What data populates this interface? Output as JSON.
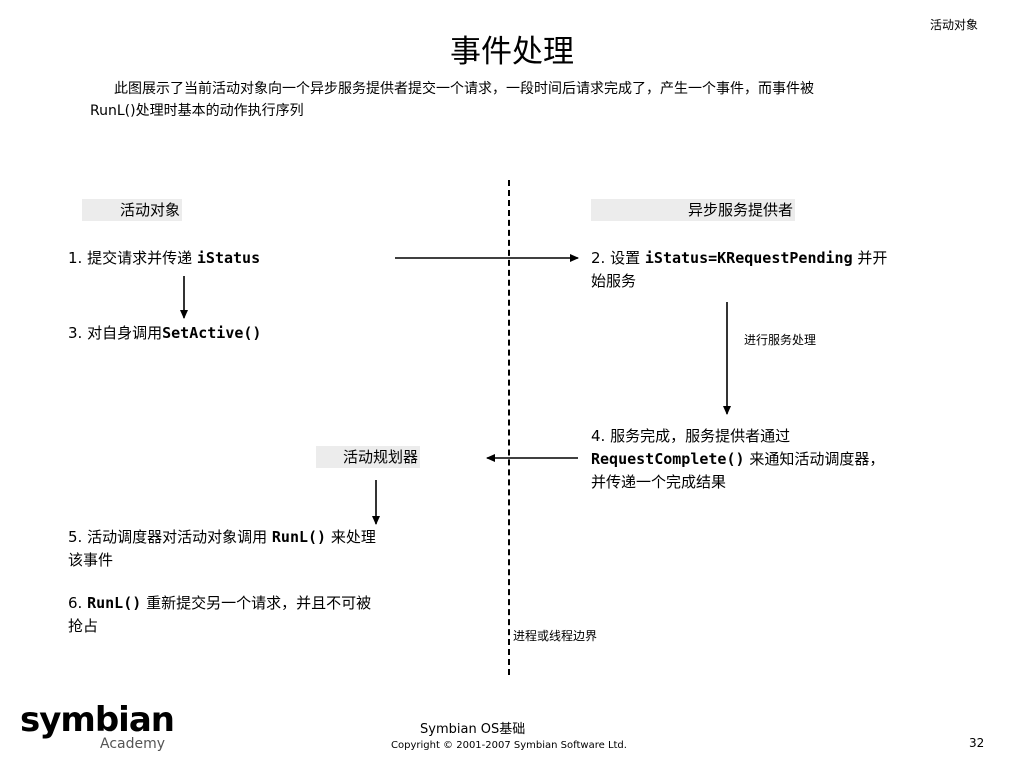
{
  "header": {
    "corner_label": "活动对象",
    "title": "事件处理"
  },
  "description": {
    "line1": "此图展示了当前活动对象向一个异步服务提供者提交一个请求，一段时间后请求完成了，产生一个事件，而事件被",
    "line2_code": "RunL()",
    "line2_text": "处理时基本的动作执行序列"
  },
  "columns": {
    "left_header": "活动对象",
    "right_header": "异步服务提供者",
    "scheduler_label": "活动规划器"
  },
  "steps": {
    "s1": {
      "num": "1.",
      "text": "提交请求并传递",
      "code": "iStatus"
    },
    "s2": {
      "num": "2.",
      "text_pre": "设置",
      "code": "iStatus=KRequestPending",
      "text_post": "并开",
      "text_line2": "始服务"
    },
    "s3": {
      "num": "3.",
      "text": "对自身调用",
      "code": "SetActive()"
    },
    "service_label": "进行服务处理",
    "s4": {
      "num": "4.",
      "text_line1": "服务完成，服务提供者通过",
      "code": "RequestComplete()",
      "text_after_code": "来通知活动调度器，",
      "text_line3": "并传递一个完成结果"
    },
    "s5": {
      "num": "5.",
      "text_pre": "活动调度器对活动对象调用",
      "code": "RunL()",
      "text_post": "来处理",
      "text_line2": "该事件"
    },
    "s6": {
      "num": "6.",
      "code": "RunL()",
      "text_post": "重新提交另一个请求，并且不可被",
      "text_line2": "抢占"
    },
    "boundary_label": "进程或线程边界"
  },
  "footer": {
    "course": "Symbian OS基础",
    "copyright": "Copyright © 2001-2007 Symbian Software Ltd.",
    "page_number": "32",
    "logo_main": "symbian",
    "logo_sub": "Academy"
  }
}
